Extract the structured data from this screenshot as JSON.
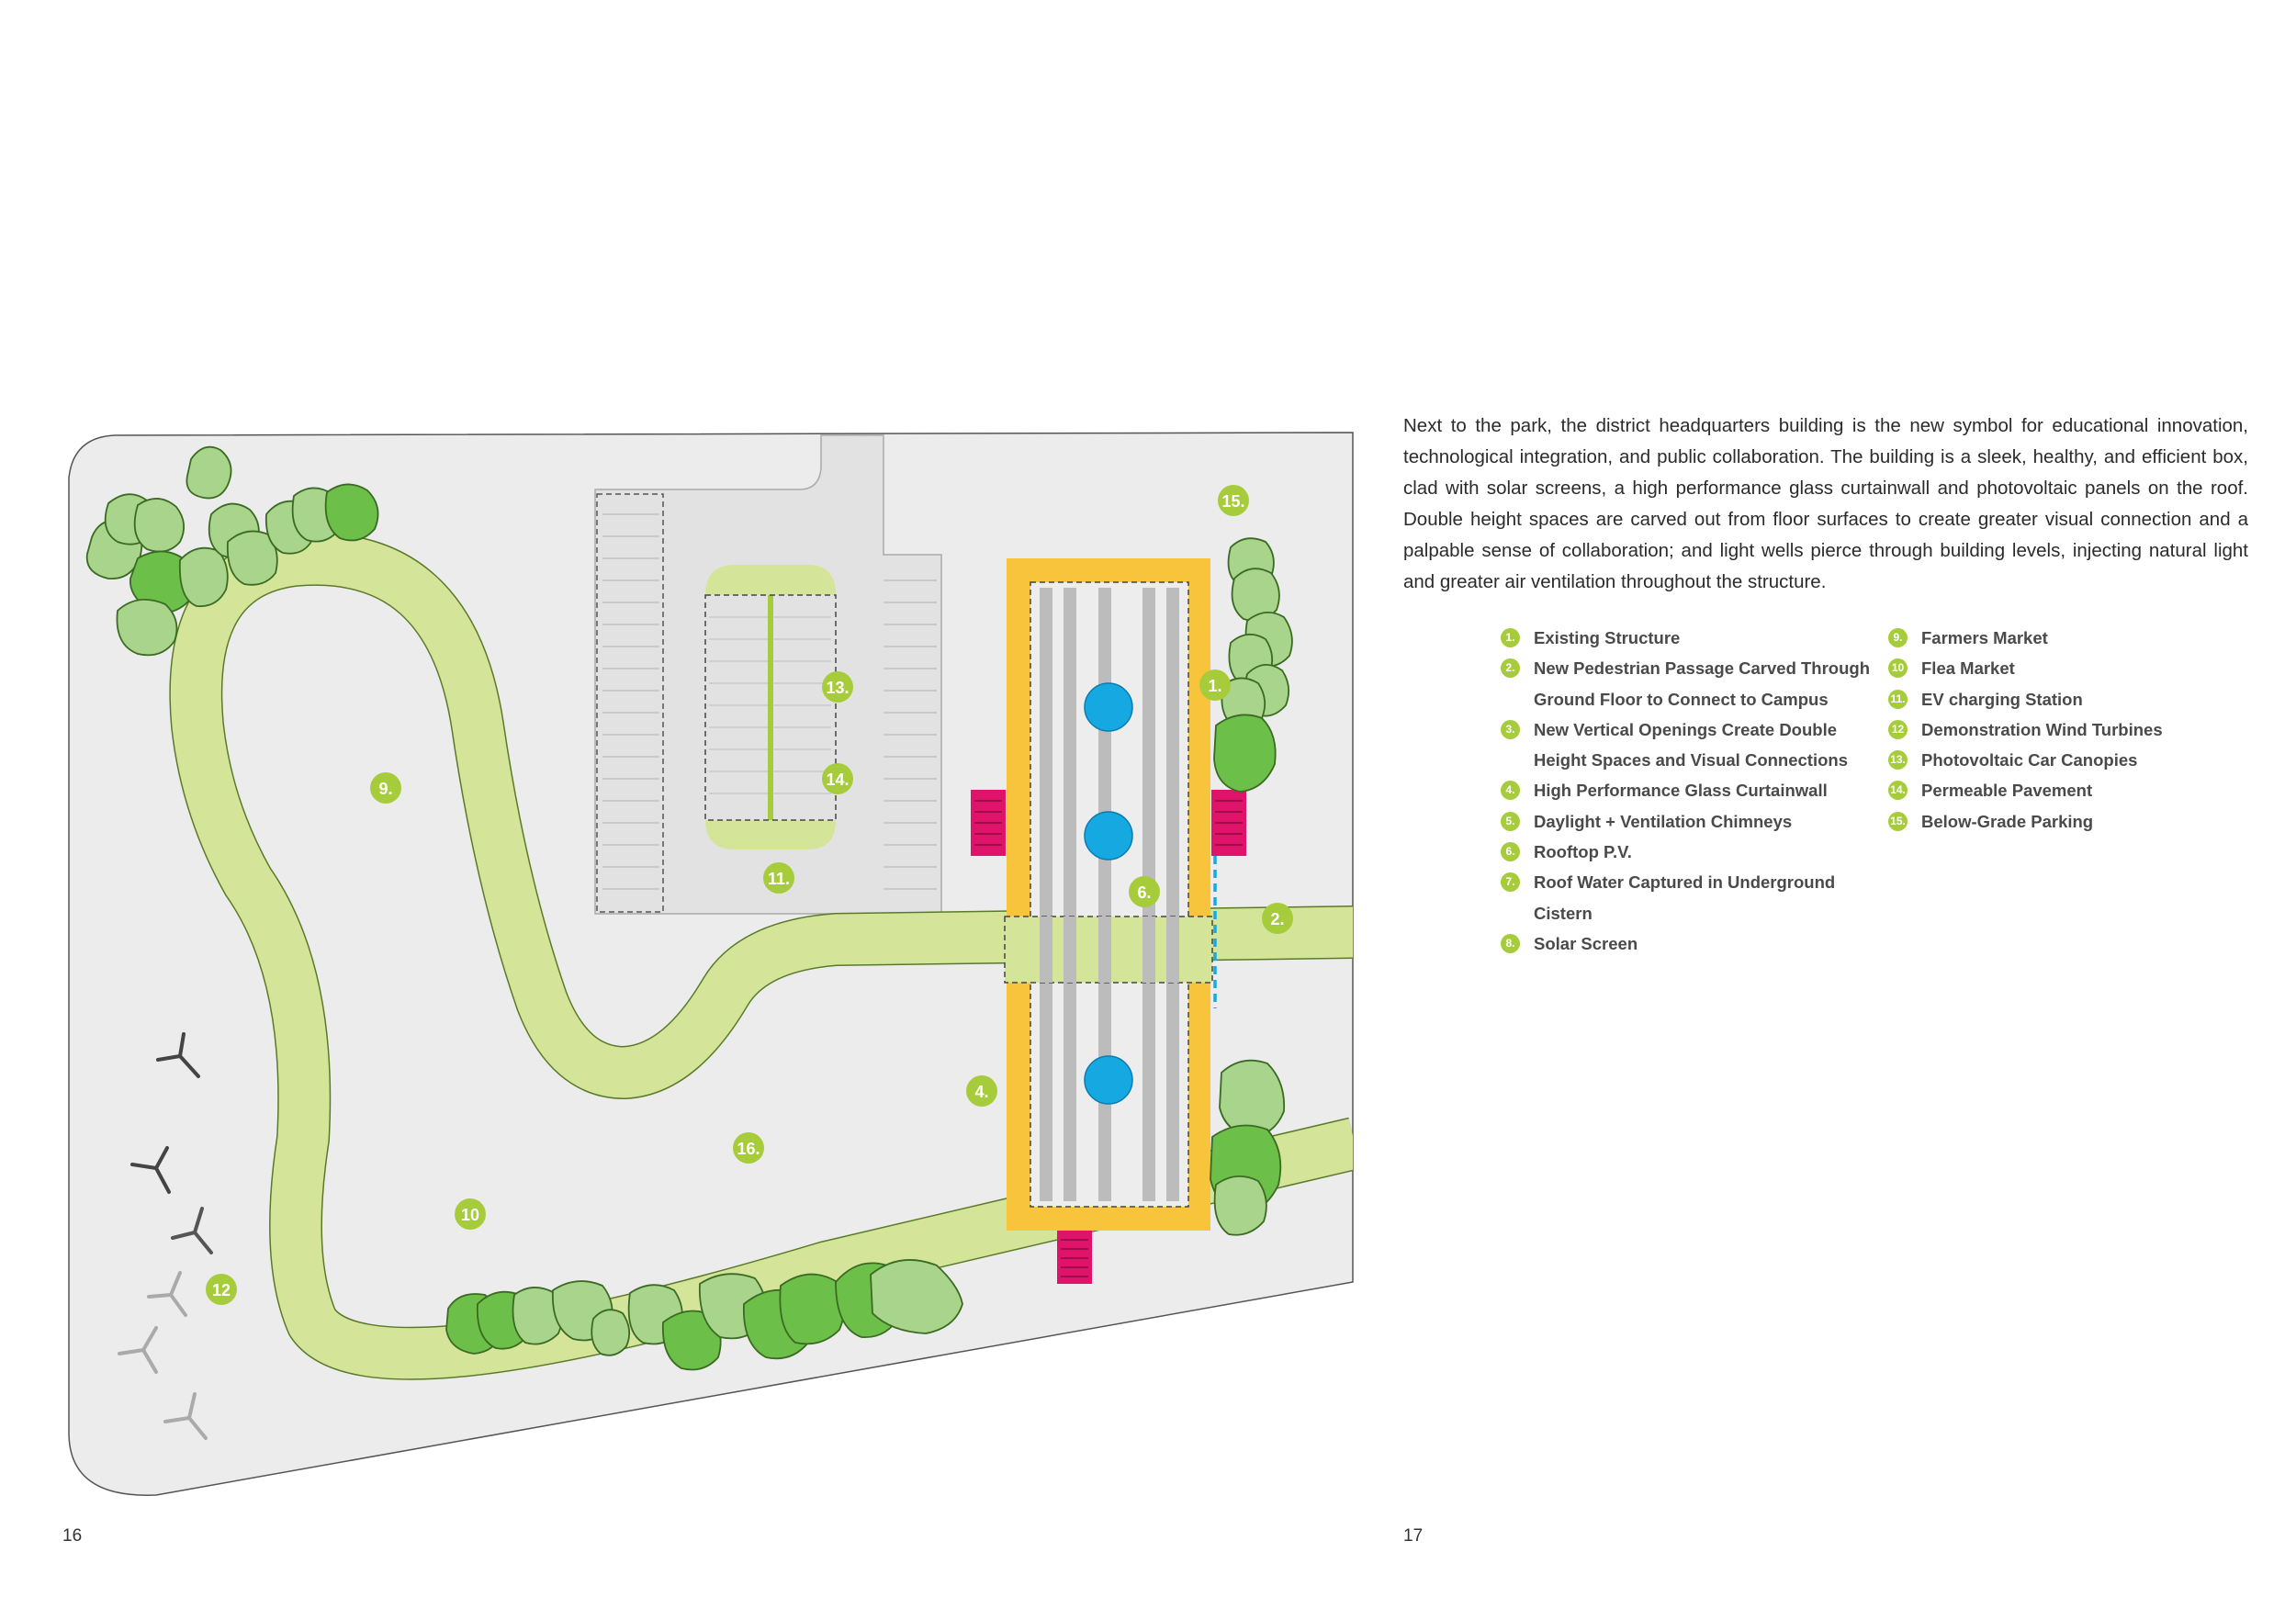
{
  "description": "Next to the park, the district headquarters building is the new symbol for educational innovation, technological integration, and public collaboration. The building is a sleek, healthy, and efficient box, clad with solar screens, a high performance glass curtainwall and photovoltaic panels on the roof. Double height spaces are carved out from floor surfaces to create greater visual connection and a palpable sense of collaboration; and light wells pierce through building levels, injecting natural light and greater air ventilation throughout the structure.",
  "legend_left": [
    {
      "num": "1.",
      "line1": "Existing Structure",
      "line2": ""
    },
    {
      "num": "2.",
      "line1": "New Pedestrian Passage Carved Through",
      "line2": "Ground Floor to Connect to Campus"
    },
    {
      "num": "3.",
      "line1": "New Vertical Openings Create Double",
      "line2": "Height Spaces and Visual Connections"
    },
    {
      "num": "4.",
      "line1": "High Performance Glass Curtainwall",
      "line2": ""
    },
    {
      "num": "5.",
      "line1": "Daylight + Ventilation Chimneys",
      "line2": ""
    },
    {
      "num": "6.",
      "line1": "Rooftop P.V.",
      "line2": ""
    },
    {
      "num": "7.",
      "line1": "Roof Water Captured in Underground",
      "line2": "Cistern"
    },
    {
      "num": "8.",
      "line1": "Solar Screen",
      "line2": ""
    }
  ],
  "legend_right": [
    {
      "num": "9.",
      "line1": "Farmers Market"
    },
    {
      "num": "10",
      "line1": "Flea Market"
    },
    {
      "num": "11.",
      "line1": "EV charging Station"
    },
    {
      "num": "12",
      "line1": "Demonstration Wind Turbines"
    },
    {
      "num": "13.",
      "line1": "Photovoltaic Car Canopies"
    },
    {
      "num": "14.",
      "line1": "Permeable Pavement"
    },
    {
      "num": "15.",
      "line1": "Below-Grade Parking"
    }
  ],
  "plan_markers": {
    "m1": "1.",
    "m2": "2.",
    "m4": "4.",
    "m6": "6.",
    "m9": "9.",
    "m10": "10",
    "m11": "11.",
    "m12": "12",
    "m13": "13.",
    "m14": "14.",
    "m15": "15.",
    "m16": "16."
  },
  "page_left": "16",
  "page_right": "17",
  "colors": {
    "marker_green": "#a6cc3c",
    "path_green": "#d4e59a",
    "tree_light": "#a8d48c",
    "tree_dark": "#6cbf48",
    "building_yellow": "#f8c43c",
    "stair_magenta": "#e0136a",
    "chimney_blue": "#16a9e1",
    "water_line_blue": "#16a9e1",
    "ground_gray": "#ececec"
  }
}
